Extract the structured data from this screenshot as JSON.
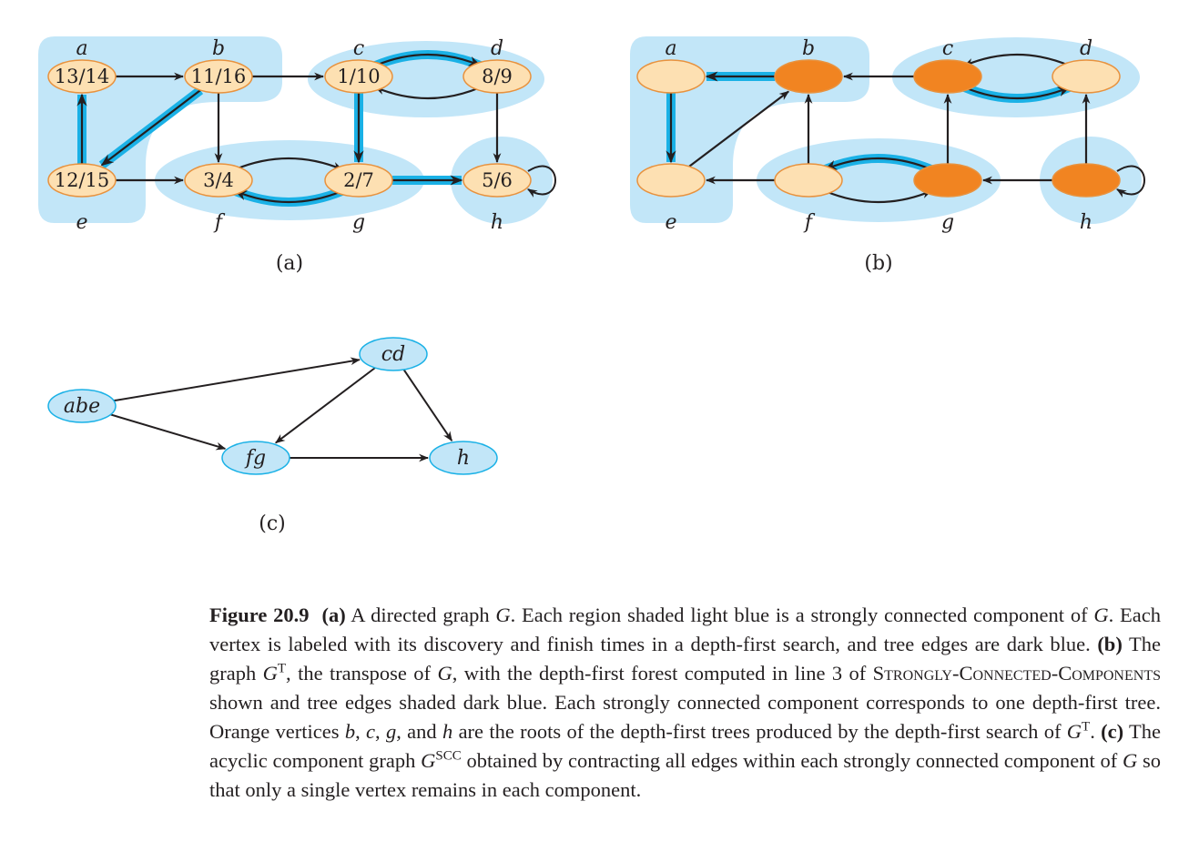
{
  "colors": {
    "region": "#c2e6f8",
    "tree_edge": "#1ab1e6",
    "vertex_fill": "#fde0b2",
    "vertex_stroke": "#e8923e",
    "root_fill": "#f18421",
    "comp_fill": "#c2e6f8",
    "comp_stroke": "#1ab1e6",
    "ink": "#231f20"
  },
  "panel_a": {
    "label": "(a)",
    "vertices": [
      {
        "id": "a",
        "name": "a",
        "text": "13/14"
      },
      {
        "id": "b",
        "name": "b",
        "text": "11/16"
      },
      {
        "id": "c",
        "name": "c",
        "text": "1/10"
      },
      {
        "id": "d",
        "name": "d",
        "text": "8/9"
      },
      {
        "id": "e",
        "name": "e",
        "text": "12/15"
      },
      {
        "id": "f",
        "name": "f",
        "text": "3/4"
      },
      {
        "id": "g",
        "name": "g",
        "text": "2/7"
      },
      {
        "id": "h",
        "name": "h",
        "text": "5/6"
      }
    ],
    "edges": [
      {
        "from": "a",
        "to": "b",
        "tree": false
      },
      {
        "from": "b",
        "to": "c",
        "tree": false
      },
      {
        "from": "b",
        "to": "e",
        "tree": true
      },
      {
        "from": "b",
        "to": "f",
        "tree": false
      },
      {
        "from": "e",
        "to": "a",
        "tree": true
      },
      {
        "from": "e",
        "to": "f",
        "tree": false
      },
      {
        "from": "c",
        "to": "d",
        "tree": true
      },
      {
        "from": "d",
        "to": "c",
        "tree": false
      },
      {
        "from": "c",
        "to": "g",
        "tree": true
      },
      {
        "from": "d",
        "to": "h",
        "tree": false
      },
      {
        "from": "f",
        "to": "g",
        "tree": false
      },
      {
        "from": "g",
        "to": "f",
        "tree": true
      },
      {
        "from": "g",
        "to": "h",
        "tree": true
      },
      {
        "from": "h",
        "to": "h",
        "tree": false
      }
    ]
  },
  "panel_b": {
    "label": "(b)",
    "roots": [
      "b",
      "c",
      "g",
      "h"
    ],
    "vertices": [
      {
        "id": "a",
        "name": "a"
      },
      {
        "id": "b",
        "name": "b"
      },
      {
        "id": "c",
        "name": "c"
      },
      {
        "id": "d",
        "name": "d"
      },
      {
        "id": "e",
        "name": "e"
      },
      {
        "id": "f",
        "name": "f"
      },
      {
        "id": "g",
        "name": "g"
      },
      {
        "id": "h",
        "name": "h"
      }
    ],
    "edges": [
      {
        "from": "b",
        "to": "a",
        "tree": true
      },
      {
        "from": "c",
        "to": "b",
        "tree": false
      },
      {
        "from": "e",
        "to": "b",
        "tree": false
      },
      {
        "from": "f",
        "to": "e",
        "tree": false
      },
      {
        "from": "a",
        "to": "e",
        "tree": true
      },
      {
        "from": "d",
        "to": "c",
        "tree": false
      },
      {
        "from": "c",
        "to": "d",
        "tree": true
      },
      {
        "from": "g",
        "to": "c",
        "tree": false
      },
      {
        "from": "h",
        "to": "d",
        "tree": false
      },
      {
        "from": "f",
        "to": "b",
        "tree": false
      },
      {
        "from": "g",
        "to": "f",
        "tree": true
      },
      {
        "from": "f",
        "to": "g",
        "tree": false
      },
      {
        "from": "h",
        "to": "g",
        "tree": false
      },
      {
        "from": "h",
        "to": "h",
        "tree": false
      }
    ]
  },
  "panel_c": {
    "label": "(c)",
    "vertices": [
      {
        "id": "abe",
        "name": "abe"
      },
      {
        "id": "cd",
        "name": "cd"
      },
      {
        "id": "fg",
        "name": "fg"
      },
      {
        "id": "h",
        "name": "h"
      }
    ],
    "edges": [
      {
        "from": "abe",
        "to": "cd"
      },
      {
        "from": "abe",
        "to": "fg"
      },
      {
        "from": "cd",
        "to": "fg"
      },
      {
        "from": "cd",
        "to": "h"
      },
      {
        "from": "fg",
        "to": "h"
      }
    ]
  },
  "caption": {
    "figure_label": "Figure 20.9",
    "a_label": "(a)",
    "t1": " A directed graph ",
    "G": "G",
    "t2": ". Each region shaded light blue is a strongly connected component of ",
    "t3": ". Each vertex is labeled with its discovery and finish times in a depth-first search, and tree edges are dark blue. ",
    "b_label": "(b)",
    "t4": " The graph ",
    "T": "T",
    "t5": ", the transpose of ",
    "t6": ", with the depth-first forest computed in line 3 of ",
    "proc": "Strongly-Connected-Components",
    "t7": " shown and tree edges shaded dark blue. Each strongly connected component corresponds to one depth-first tree. Orange vertices ",
    "v_b": "b",
    "v_c": "c",
    "v_g": "g",
    "v_h": "h",
    "comma": ", ",
    "and": ", and ",
    "t8": " are the roots of the depth-first trees produced by the depth-first search of ",
    "t9": ". ",
    "c_label": "(c)",
    "t10": " The acyclic component graph ",
    "SCC": "SCC",
    "t11": " obtained by contracting all edges within each strongly connected component of ",
    "t12": " so that only a single vertex remains in each component."
  }
}
